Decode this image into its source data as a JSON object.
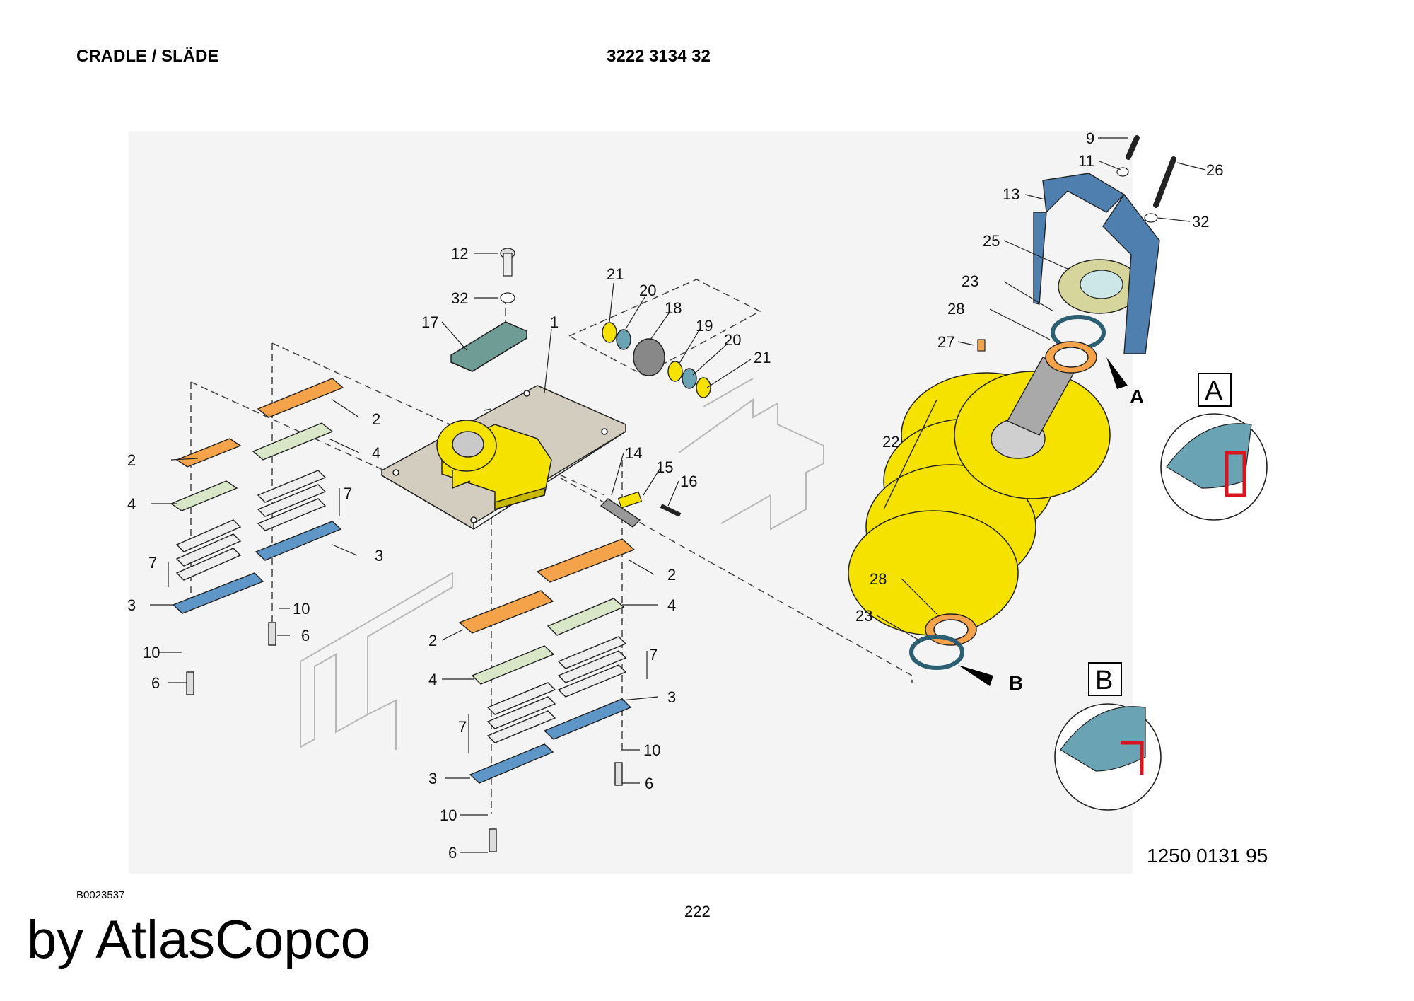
{
  "header": {
    "title": "CRADLE / SLÄDE",
    "part_number": "3222 3134 32"
  },
  "figure_number": "1250 0131 95",
  "drawing_reference": "B0023537",
  "page_number": "222",
  "brand": "by AtlasCopco",
  "detail_views": [
    "A",
    "B"
  ],
  "callouts": {
    "n12": "12",
    "n32a": "32",
    "n17": "17",
    "n1": "1",
    "n21a": "21",
    "n20a": "20",
    "n18": "18",
    "n19": "19",
    "n20b": "20",
    "n21b": "21",
    "n2a": "2",
    "n4a": "4",
    "n7a": "7",
    "n3a": "3",
    "n10a": "10",
    "n6a": "6",
    "n2b": "2",
    "n4b": "4",
    "n7b": "7",
    "n3b": "3",
    "n10b": "10",
    "n6b": "6",
    "n14": "14",
    "n15": "15",
    "n16": "16",
    "n2c": "2",
    "n4c": "4",
    "n7c": "7",
    "n3c": "3",
    "n10c": "10",
    "n6c": "6",
    "n2d": "2",
    "n4d": "4",
    "n7d": "7",
    "n3d": "3",
    "n10d": "10",
    "n6d": "6",
    "n9": "9",
    "n11": "11",
    "n26": "26",
    "n13": "13",
    "n32b": "32",
    "n25": "25",
    "n23a": "23",
    "n28a": "28",
    "n27": "27",
    "n22": "22",
    "n28b": "28",
    "n23b": "23",
    "nA": "A",
    "nB": "B"
  },
  "colors": {
    "yellow": "#f5e200",
    "orange": "#f5a34b",
    "pale_green": "#d9e6c8",
    "blue": "#5f96c8",
    "steel_blue": "#4f7fae",
    "plate_grey": "#d3cdbf",
    "slate_green": "#6f9c95",
    "seal_blue": "#6aa3b4",
    "seal_red": "#d8141e",
    "line": "#222222"
  }
}
